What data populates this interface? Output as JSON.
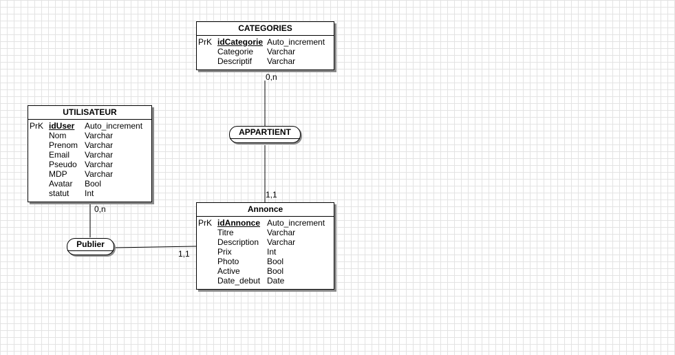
{
  "entities": [
    {
      "title": "CATEGORIES",
      "rows": [
        {
          "key": "PrK",
          "field": "idCategorie",
          "type": "Auto_increment",
          "primary": true
        },
        {
          "key": "",
          "field": "Categorie",
          "type": "Varchar"
        },
        {
          "key": "",
          "field": "Descriptif",
          "type": "Varchar"
        }
      ]
    },
    {
      "title": "UTILISATEUR",
      "rows": [
        {
          "key": "PrK",
          "field": "idUser",
          "type": "Auto_increment",
          "primary": true
        },
        {
          "key": "",
          "field": "Nom",
          "type": "Varchar"
        },
        {
          "key": "",
          "field": "Prenom",
          "type": "Varchar"
        },
        {
          "key": "",
          "field": "Email",
          "type": "Varchar"
        },
        {
          "key": "",
          "field": "Pseudo",
          "type": "Varchar"
        },
        {
          "key": "",
          "field": "MDP",
          "type": "Varchar"
        },
        {
          "key": "",
          "field": "Avatar",
          "type": "Bool"
        },
        {
          "key": "",
          "field": "statut",
          "type": "Int"
        }
      ]
    },
    {
      "title": "Annonce",
      "rows": [
        {
          "key": "PrK",
          "field": "idAnnonce",
          "type": "Auto_increment",
          "primary": true
        },
        {
          "key": "",
          "field": "Titre",
          "type": "Varchar"
        },
        {
          "key": "",
          "field": "Description",
          "type": "Varchar"
        },
        {
          "key": "",
          "field": "Prix",
          "type": "Int"
        },
        {
          "key": "",
          "field": "Photo",
          "type": "Bool"
        },
        {
          "key": "",
          "field": "Active",
          "type": "Bool"
        },
        {
          "key": "",
          "field": "Date_debut",
          "type": "Date"
        }
      ]
    }
  ],
  "associations": {
    "appartient": "APPARTIENT",
    "publier": "Publier"
  },
  "cardinalities": {
    "categories_appartient": "0,n",
    "annonce_appartient": "1,1",
    "utilisateur_publier": "0,n",
    "annonce_publier": "1,1"
  }
}
